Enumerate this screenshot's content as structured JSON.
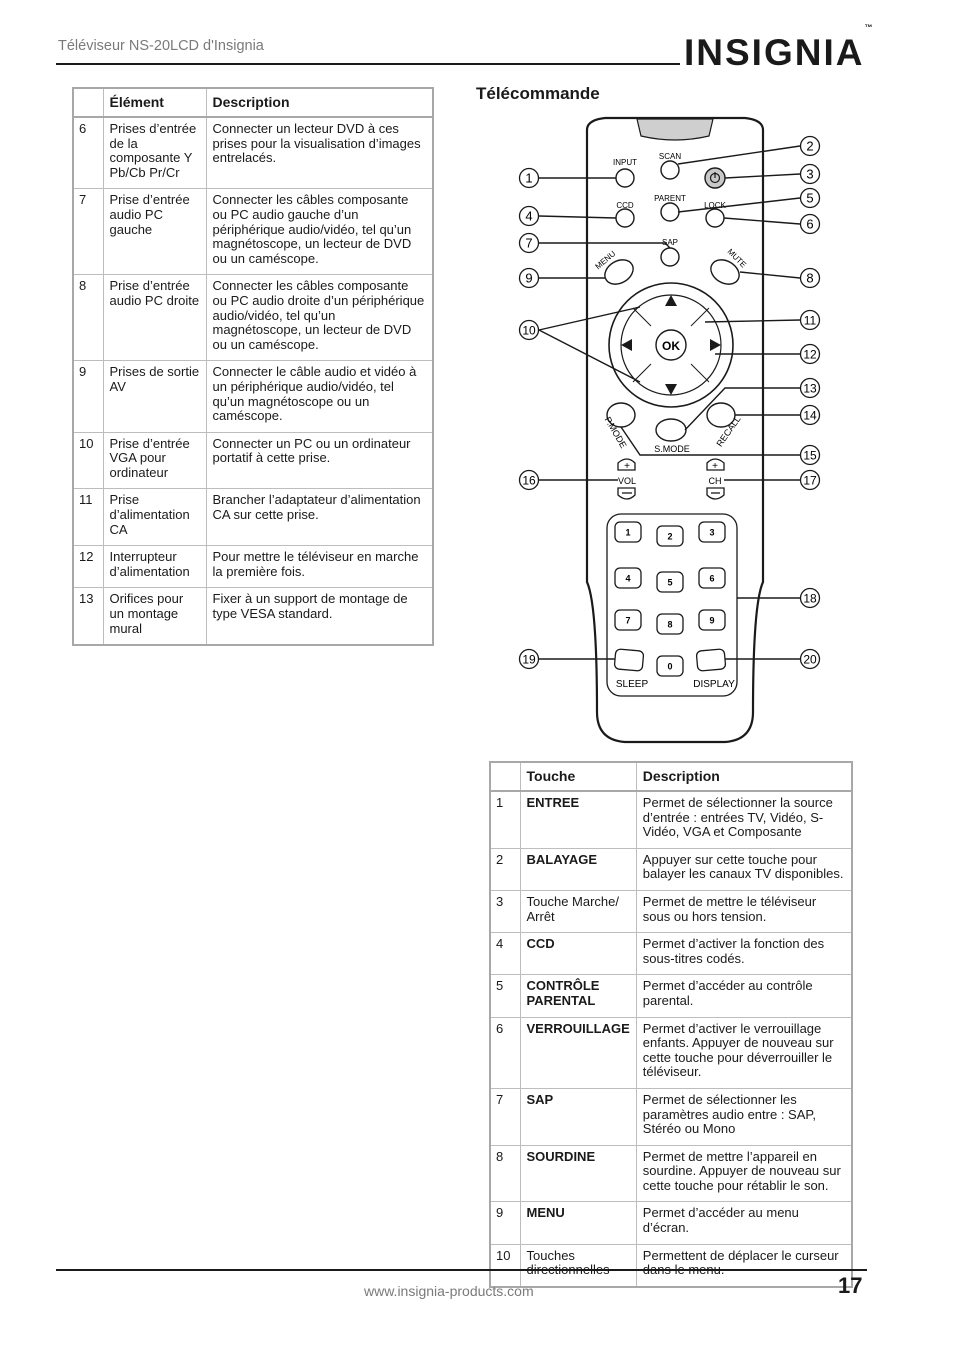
{
  "header": {
    "title": "Téléviseur NS-20LCD d'Insignia",
    "logo": "INSIGNIA",
    "logo_tm": "™"
  },
  "table1": {
    "headers": [
      "",
      "Élément",
      "Description"
    ],
    "rows": [
      {
        "num": "6",
        "element": "Prises d’entrée de la composante Y Pb/Cb Pr/Cr",
        "desc": "Connecter un lecteur DVD à ces prises pour la visualisation d’images entrelacés."
      },
      {
        "num": "7",
        "element": "Prise d’entrée audio PC gauche",
        "desc": "Connecter les câbles composante ou PC audio gauche d’un périphérique audio/vidéo, tel qu’un magnétoscope, un lecteur de DVD ou un caméscope."
      },
      {
        "num": "8",
        "element": "Prise d’entrée audio PC droite",
        "desc": "Connecter les câbles composante ou PC audio droite d’un périphérique audio/vidéo, tel qu’un magnétoscope, un lecteur de DVD ou un caméscope."
      },
      {
        "num": "9",
        "element": "Prises de sortie AV",
        "desc": "Connecter le câble audio et vidéo à un périphérique audio/vidéo, tel qu’un magnétoscope ou un caméscope."
      },
      {
        "num": "10",
        "element": "Prise d’entrée VGA pour ordinateur",
        "desc": "Connecter un PC ou un ordinateur portatif à cette prise."
      },
      {
        "num": "11",
        "element": "Prise d’alimentation CA",
        "desc": "Brancher l’adaptateur d’alimentation CA sur cette prise."
      },
      {
        "num": "12",
        "element": "Interrupteur d’alimentation",
        "desc": "Pour mettre le téléviseur en marche la première fois."
      },
      {
        "num": "13",
        "element": "Orifices pour un montage mural",
        "desc": "Fixer à un support de montage de type VESA standard."
      }
    ]
  },
  "section": {
    "title": "Télécommande"
  },
  "remote": {
    "buttons": {
      "input": "INPUT",
      "scan": "SCAN",
      "parent": "PARENT",
      "ccd": "CCD",
      "lock": "LOCK",
      "sap": "SAP",
      "menu": "MENU",
      "mute": "MUTE",
      "ok": "OK",
      "pmode": "P.MODE",
      "smode": "S.MODE",
      "recall": "RECALL",
      "vol": "VOL",
      "ch": "CH",
      "sleep": "SLEEP",
      "display": "DISPLAY",
      "digits": [
        "1",
        "2",
        "3",
        "4",
        "5",
        "6",
        "7",
        "8",
        "9",
        "0"
      ]
    },
    "callouts": [
      "1",
      "2",
      "3",
      "4",
      "5",
      "6",
      "7",
      "8",
      "9",
      "10",
      "11",
      "12",
      "13",
      "14",
      "15",
      "16",
      "17",
      "18",
      "19",
      "20"
    ]
  },
  "table2": {
    "headers": [
      "",
      "Touche",
      "Description"
    ],
    "rows": [
      {
        "num": "1",
        "key": "ENTREE",
        "key_bold": true,
        "desc": "Permet de sélectionner la source d’entrée : entrées TV, Vidéo, S-Vidéo, VGA et Composante"
      },
      {
        "num": "2",
        "key": "BALAYAGE",
        "key_bold": true,
        "desc": "Appuyer sur cette touche pour balayer les canaux TV disponibles."
      },
      {
        "num": "3",
        "key": "Touche Marche/ Arrêt",
        "key_bold": false,
        "desc": "Permet de mettre le téléviseur sous ou hors tension."
      },
      {
        "num": "4",
        "key": "CCD",
        "key_bold": true,
        "desc": "Permet d’activer la fonction des sous-titres codés."
      },
      {
        "num": "5",
        "key": "CONTRÔLE PARENTAL",
        "key_bold": true,
        "desc": "Permet d’accéder au contrôle parental."
      },
      {
        "num": "6",
        "key": "VERROUILLAGE",
        "key_bold": true,
        "desc": "Permet d’activer le verrouillage enfants. Appuyer de nouveau sur cette touche pour déverrouiller le téléviseur."
      },
      {
        "num": "7",
        "key": "SAP",
        "key_bold": true,
        "desc": "Permet de sélectionner les paramètres audio entre : SAP, Stéréo ou Mono"
      },
      {
        "num": "8",
        "key": "SOURDINE",
        "key_bold": true,
        "desc": "Permet de mettre l’appareil en sourdine. Appuyer de nouveau sur cette touche pour rétablir le son."
      },
      {
        "num": "9",
        "key": "MENU",
        "key_bold": true,
        "desc": "Permet d’accéder au menu d’écran."
      },
      {
        "num": "10",
        "key": "Touches directionnelles",
        "key_bold": false,
        "desc": "Permettent de déplacer le curseur dans le menu."
      }
    ]
  },
  "footer": {
    "url": "www.insignia-products.com",
    "page": "17"
  }
}
